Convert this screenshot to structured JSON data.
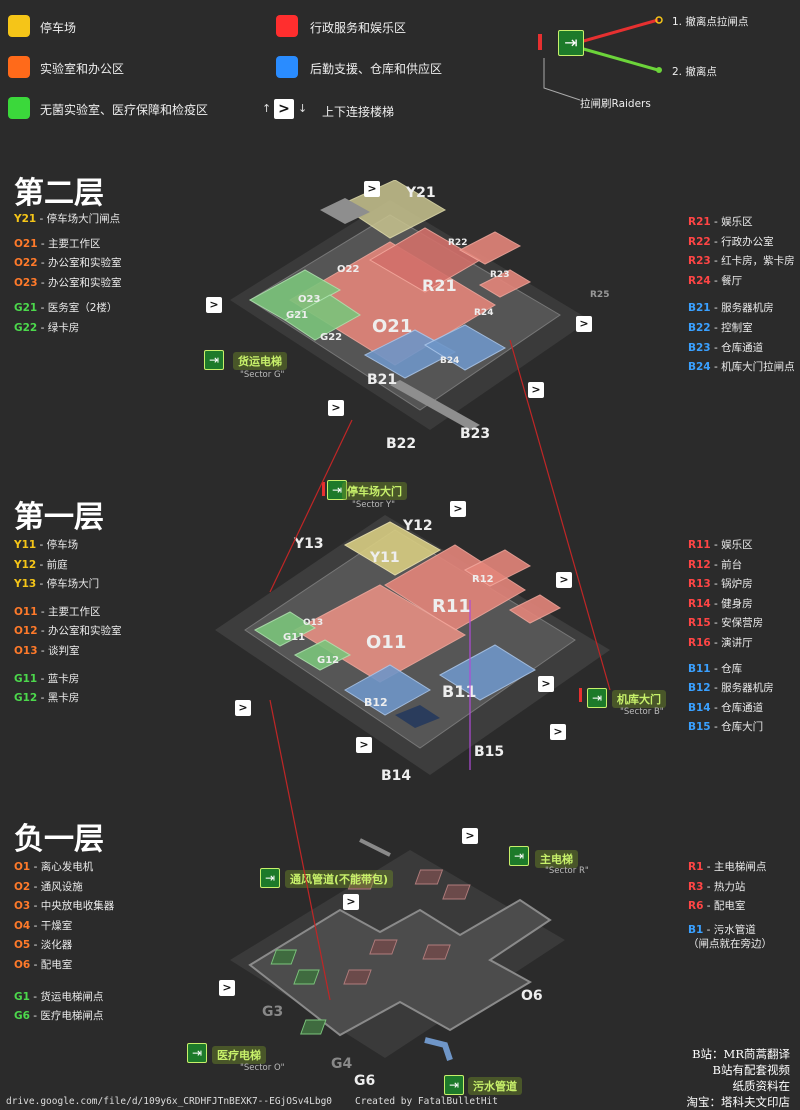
{
  "legend": {
    "parking": "停车场",
    "lab_office": "实验室和办公区",
    "sterile": "无菌实验室、医疗保障和检疫区",
    "admin": "行政服务和娱乐区",
    "logistics": "后勤支援、仓库和供应区",
    "stairs": "上下连接楼梯",
    "stair_glyph": ">",
    "arrow_up": "↑",
    "arrow_down": "↓",
    "extract_lever": "1. 撤离点拉闸点",
    "extract_point": "2. 撤离点",
    "raiders": "拉闸刷Raiders",
    "colors": {
      "parking": "#f5c518",
      "lab_office": "#ff6a1a",
      "sterile": "#3bd83b",
      "admin": "#ff2e2e",
      "logistics": "#2a8cff"
    }
  },
  "floor2": {
    "title": "第二层",
    "left": [
      {
        "code": "Y21",
        "text": " - 停车场大门闸点",
        "color": "y"
      },
      {
        "code": "O21",
        "text": " - 主要工作区",
        "color": "o"
      },
      {
        "code": "O22",
        "text": " - 办公室和实验室",
        "color": "o"
      },
      {
        "code": "O23",
        "text": " - 办公室和实验室",
        "color": "o"
      },
      {
        "code": "G21",
        "text": " - 医务室（2楼）",
        "color": "g"
      },
      {
        "code": "G22",
        "text": " - 绿卡房",
        "color": "g"
      }
    ],
    "right": [
      {
        "code": "R21",
        "text": " - 娱乐区",
        "color": "r"
      },
      {
        "code": "R22",
        "text": " - 行政办公室",
        "color": "r"
      },
      {
        "code": "R23",
        "text": " - 红卡房，紫卡房",
        "color": "r"
      },
      {
        "code": "R24",
        "text": " - 餐厅",
        "color": "r"
      },
      {
        "code": "B21",
        "text": " - 服务器机房",
        "color": "b"
      },
      {
        "code": "B22",
        "text": " - 控制室",
        "color": "b"
      },
      {
        "code": "B23",
        "text": " - 仓库通道",
        "color": "b"
      },
      {
        "code": "B24",
        "text": " - 机库大门拉闸点",
        "color": "b"
      }
    ],
    "map_labels": {
      "y21": "Y21",
      "r21": "R21",
      "o21": "O21",
      "b21": "B21",
      "b22": "B22",
      "b23": "B23",
      "o22": "O22",
      "o23": "O23",
      "g21": "G21",
      "g22": "G22",
      "r22": "R22",
      "r23": "R23",
      "r24": "R24",
      "b24": "B24",
      "r25": "R25"
    },
    "exit": {
      "name": "货运电梯",
      "sector": "\"Sector G\""
    }
  },
  "floor1": {
    "title": "第一层",
    "left": [
      {
        "code": "Y11",
        "text": " - 停车场",
        "color": "y"
      },
      {
        "code": "Y12",
        "text": " - 前庭",
        "color": "y"
      },
      {
        "code": "Y13",
        "text": " - 停车场大门",
        "color": "y"
      },
      {
        "code": "O11",
        "text": " - 主要工作区",
        "color": "o"
      },
      {
        "code": "O12",
        "text": " - 办公室和实验室",
        "color": "o"
      },
      {
        "code": "O13",
        "text": " - 谈判室",
        "color": "o"
      },
      {
        "code": "G11",
        "text": " - 蓝卡房",
        "color": "g"
      },
      {
        "code": "G12",
        "text": " - 黑卡房",
        "color": "g"
      }
    ],
    "right": [
      {
        "code": "R11",
        "text": " - 娱乐区",
        "color": "r"
      },
      {
        "code": "R12",
        "text": " - 前台",
        "color": "r"
      },
      {
        "code": "R13",
        "text": " - 锅炉房",
        "color": "r"
      },
      {
        "code": "R14",
        "text": " - 健身房",
        "color": "r"
      },
      {
        "code": "R15",
        "text": " - 安保营房",
        "color": "r"
      },
      {
        "code": "R16",
        "text": " - 演讲厅",
        "color": "r"
      },
      {
        "code": "B11",
        "text": " - 仓库",
        "color": "b"
      },
      {
        "code": "B12",
        "text": " - 服务器机房",
        "color": "b"
      },
      {
        "code": "B14",
        "text": " - 仓库通道",
        "color": "b"
      },
      {
        "code": "B15",
        "text": " - 仓库大门",
        "color": "b"
      }
    ],
    "map_labels": {
      "y11": "Y11",
      "y12": "Y12",
      "y13": "Y13",
      "r11": "R11",
      "o11": "O11",
      "b11": "B11",
      "b12": "B12",
      "b14": "B14",
      "b15": "B15",
      "g11": "G11",
      "g12": "G12",
      "r12": "R12",
      "o13": "O13"
    },
    "exit_top": {
      "name": "停车场大门",
      "sector": "\"Sector Y\""
    },
    "exit_right": {
      "name": "机库大门",
      "sector": "\"Sector B\""
    }
  },
  "floorb1": {
    "title": "负一层",
    "left": [
      {
        "code": "O1",
        "text": " - 离心发电机",
        "color": "o"
      },
      {
        "code": "O2",
        "text": " - 通风设施",
        "color": "o"
      },
      {
        "code": "O3",
        "text": " - 中央放电收集器",
        "color": "o"
      },
      {
        "code": "O4",
        "text": " - 干燥室",
        "color": "o"
      },
      {
        "code": "O5",
        "text": " - 淡化器",
        "color": "o"
      },
      {
        "code": "O6",
        "text": " - 配电室",
        "color": "o"
      },
      {
        "code": "G1",
        "text": " - 货运电梯闸点",
        "color": "g"
      },
      {
        "code": "G6",
        "text": " - 医疗电梯闸点",
        "color": "g"
      }
    ],
    "right": [
      {
        "code": "R1",
        "text": " - 主电梯闸点",
        "color": "r"
      },
      {
        "code": "R3",
        "text": " - 热力站",
        "color": "r"
      },
      {
        "code": "R6",
        "text": " - 配电室",
        "color": "r"
      },
      {
        "code": "B1",
        "text": " - 污水管道",
        "color": "b"
      },
      {
        "code": "",
        "text": "（闸点就在旁边）",
        "color": "w"
      }
    ],
    "map_labels": {
      "o6": "O6",
      "g6": "G6",
      "g3": "G3",
      "g4": "G4"
    },
    "exit_vent": {
      "name": "通风管道(不能带包)"
    },
    "exit_main": {
      "name": "主电梯",
      "sector": "\"Sector R\""
    },
    "exit_med": {
      "name": "医疗电梯",
      "sector": "\"Sector O\""
    },
    "exit_sewer": {
      "name": "污水管道"
    }
  },
  "footer": {
    "link": "drive.google.com/file/d/109y6x_CRDHFJTnBEXK7--EGjOSv4Lbg0",
    "created": "Created by FatalBulletHit",
    "credit1": "B站：MR茼蒿翻译",
    "credit2": "B站有配套视频",
    "credit3": "纸质资料在",
    "credit4": "淘宝：塔科夫文印店"
  }
}
